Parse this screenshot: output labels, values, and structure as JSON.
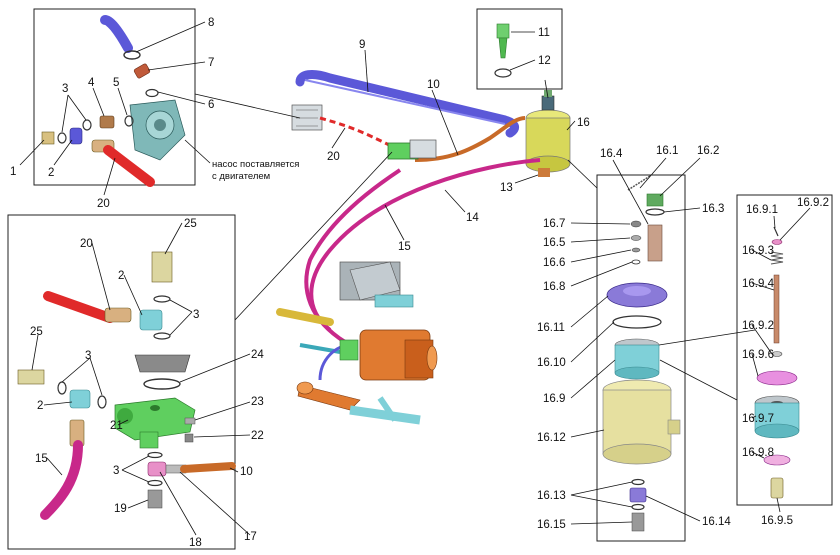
{
  "note_pump": [
    "насос поставляется",
    "с двигателем"
  ],
  "labels": {
    "l1": "1",
    "l2": "2",
    "l3": "3",
    "l4": "4",
    "l5": "5",
    "l6": "6",
    "l7": "7",
    "l8": "8",
    "l9": "9",
    "l10": "10",
    "l11": "11",
    "l12": "12",
    "l13": "13",
    "l14": "14",
    "l15": "15",
    "l16": "16",
    "l20": "20",
    "b25a": "25",
    "b20": "20",
    "b2a": "2",
    "b3a": "3",
    "b25b": "25",
    "b3b": "3",
    "b24": "24",
    "b2b": "2",
    "b23": "23",
    "b21": "21",
    "b22": "22",
    "b15": "15",
    "b3c": "3",
    "b10": "10",
    "b19": "19",
    "b18": "18",
    "b17": "17",
    "f16_1": "16.1",
    "f16_2": "16.2",
    "f16_3": "16.3",
    "f16_4": "16.4",
    "f16_5": "16.5",
    "f16_6": "16.6",
    "f16_7": "16.7",
    "f16_8": "16.8",
    "f16_9": "16.9",
    "f16_10": "16.10",
    "f16_11": "16.11",
    "f16_12": "16.12",
    "f16_13": "16.13",
    "f16_14": "16.14",
    "f16_15": "16.15",
    "e16_9_1": "16.9.1",
    "e16_9_2a": "16.9.2",
    "e16_9_3": "16.9.3",
    "e16_9_4": "16.9.4",
    "e16_9_2b": "16.9.2",
    "e16_9_6": "16.9.6",
    "e16_9_7": "16.9.7",
    "e16_9_8": "16.9.8",
    "e16_9_5": "16.9.5"
  },
  "colors": {
    "hose_red": "#e02a2a",
    "hose_magenta": "#c8288a",
    "tube_blue": "#5b58d8",
    "tube_orange": "#c86a28",
    "block_green": "#5fcf5f",
    "reservoir_yellow": "#d8d85a",
    "filter_cyan": "#7fd0d8",
    "steel": "#bfc7cc",
    "pump_teal": "#7fb8b8",
    "gear_orange": "#e07a30",
    "lid_violet": "#8a7ad8"
  }
}
